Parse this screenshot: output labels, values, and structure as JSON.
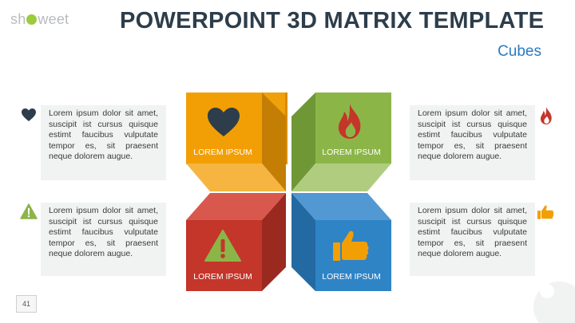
{
  "brand": {
    "logo_text_a": "sh",
    "logo_text_b": "weet"
  },
  "header": {
    "title": "POWERPOINT 3D MATRIX TEMPLATE",
    "subtitle": "Cubes"
  },
  "cubes": [
    {
      "label": "LOREM IPSUM",
      "icon": "heart-icon",
      "color": "#f0a00b"
    },
    {
      "label": "LOREM IPSUM",
      "icon": "fire-icon",
      "color": "#8bb449"
    },
    {
      "label": "LOREM IPSUM",
      "icon": "warning-icon",
      "color": "#c4352a"
    },
    {
      "label": "LOREM IPSUM",
      "icon": "thumbs-up-icon",
      "color": "#2f84c6"
    }
  ],
  "boxes": [
    {
      "text": "Lorem ipsum dolor sit amet, suscipit ist cursus quisque estimt faucibus vulputate tempor es, sit praesent neque dolorem augue.",
      "icon": "heart-icon"
    },
    {
      "text": "Lorem ipsum dolor sit amet, suscipit ist cursus quisque estimt faucibus vulputate tempor es, sit praesent neque dolorem augue.",
      "icon": "warning-icon"
    },
    {
      "text": "Lorem ipsum dolor sit amet, suscipit ist cursus quisque estimt faucibus vulputate tempor es, sit praesent neque dolorem augue.",
      "icon": "fire-icon"
    },
    {
      "text": "Lorem ipsum dolor sit amet, suscipit ist cursus quisque estimt faucibus vulputate tempor es, sit praesent neque dolorem augue.",
      "icon": "thumbs-up-icon"
    }
  ],
  "page_number": "41"
}
